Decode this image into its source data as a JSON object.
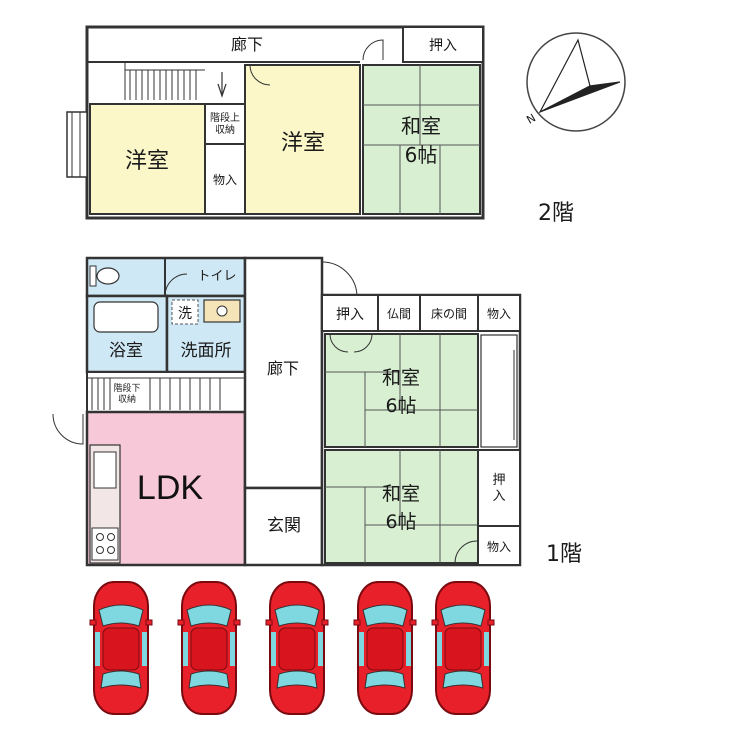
{
  "floor2": {
    "label": "2階",
    "rooms": {
      "hall": "廊下",
      "closet_top": "押入",
      "western_left": "洋室",
      "stair_storage_line1": "階段上",
      "stair_storage_line2": "収納",
      "storage": "物入",
      "western_center": "洋室",
      "japanese_line1": "和室",
      "japanese_line2": "6帖"
    }
  },
  "floor1": {
    "label": "1階",
    "rooms": {
      "toilet": "トイレ",
      "washer": "洗",
      "bath": "浴室",
      "washroom": "洗面所",
      "stair_storage_line1": "階段下",
      "stair_storage_line2": "収納",
      "hall": "廊下",
      "ldk": "LDK",
      "entrance": "玄関",
      "closet": "押入",
      "butsuma": "仏間",
      "tokonoma": "床の間",
      "storage_top": "物入",
      "japanese_upper_line1": "和室",
      "japanese_upper_line2": "6帖",
      "japanese_lower_line1": "和室",
      "japanese_lower_line2": "6帖",
      "closet_side_line1": "押",
      "closet_side_line2": "入",
      "storage_bottom": "物入"
    }
  },
  "compass": {
    "north": "N"
  },
  "parking": {
    "car_count": 5
  },
  "colors": {
    "western": "#fbf7c8",
    "japanese": "#d8efd2",
    "wet": "#cfe8f5",
    "ldk": "#f7c8d8",
    "wall": "#333333",
    "car": "#e8202a",
    "glass": "#7fd8e0"
  }
}
